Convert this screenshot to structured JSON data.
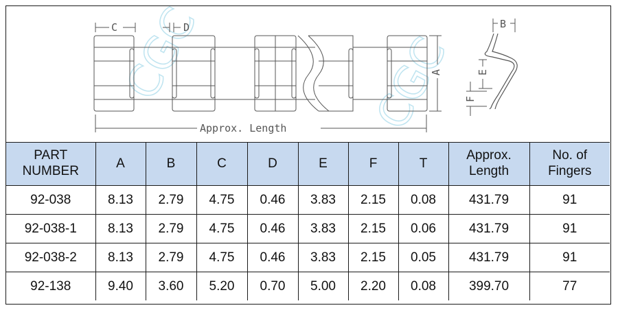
{
  "drawing": {
    "dim_labels": {
      "c": "C",
      "d": "D",
      "a": "A",
      "b": "B",
      "e": "E",
      "f": "F",
      "length": "Approx. Length"
    },
    "watermark": "CGC"
  },
  "table": {
    "headers": [
      {
        "line1": "PART",
        "line2": "NUMBER"
      },
      {
        "line1": "A",
        "line2": ""
      },
      {
        "line1": "B",
        "line2": ""
      },
      {
        "line1": "C",
        "line2": ""
      },
      {
        "line1": "D",
        "line2": ""
      },
      {
        "line1": "E",
        "line2": ""
      },
      {
        "line1": "F",
        "line2": ""
      },
      {
        "line1": "T",
        "line2": ""
      },
      {
        "line1": "Approx.",
        "line2": "Length"
      },
      {
        "line1": "No. of",
        "line2": "Fingers"
      }
    ],
    "rows": [
      [
        "92-038",
        "8.13",
        "2.79",
        "4.75",
        "0.46",
        "3.83",
        "2.15",
        "0.08",
        "431.79",
        "91"
      ],
      [
        "92-038-1",
        "8.13",
        "2.79",
        "4.75",
        "0.46",
        "3.83",
        "2.15",
        "0.06",
        "431.79",
        "91"
      ],
      [
        "92-038-2",
        "8.13",
        "2.79",
        "4.75",
        "0.46",
        "3.83",
        "2.15",
        "0.05",
        "431.79",
        "91"
      ],
      [
        "92-138",
        "9.40",
        "3.60",
        "5.20",
        "0.70",
        "5.00",
        "2.20",
        "0.08",
        "399.70",
        "77"
      ]
    ]
  },
  "colors": {
    "header_bg": "#c7d9ef",
    "border": "#1a1a1a",
    "line": "#555555",
    "watermark": "#bfe4f0"
  }
}
